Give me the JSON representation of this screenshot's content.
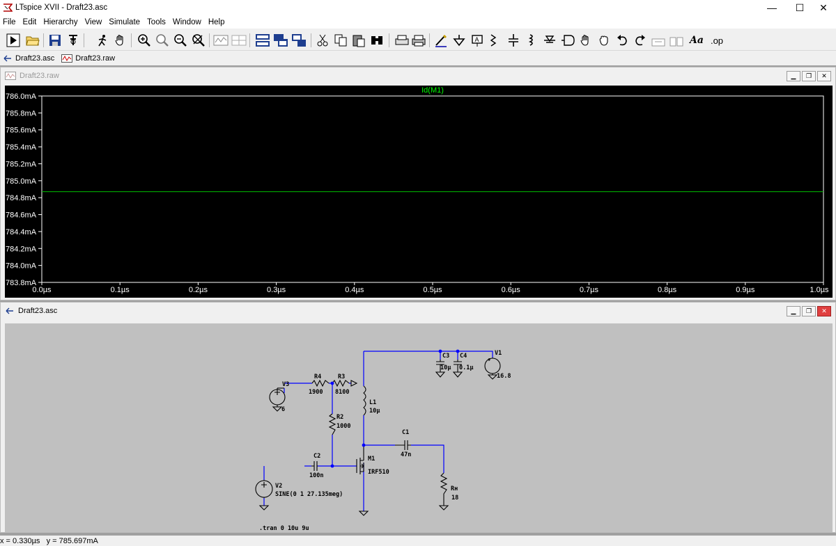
{
  "app": {
    "title": "LTspice XVII - Draft23.asc",
    "window_controls": {
      "minimize": "—",
      "maximize": "☐",
      "close": "✕"
    }
  },
  "menu": [
    "File",
    "Edit",
    "Hierarchy",
    "View",
    "Simulate",
    "Tools",
    "Window",
    "Help"
  ],
  "toolbar": {
    "text_button_label": "Aa",
    "op_button_label": ".op"
  },
  "tabs": [
    {
      "label": "Draft23.asc",
      "icon": "schematic-icon"
    },
    {
      "label": "Draft23.raw",
      "icon": "waveform-icon"
    }
  ],
  "waveform_window": {
    "title": "Draft23.raw",
    "trace_label": "Id(M1)",
    "colors": {
      "background": "#000000",
      "trace": "#00c000",
      "label": "#00ff00",
      "axis_text": "#ffffff"
    }
  },
  "chart_data": {
    "type": "line",
    "title": "Id(M1)",
    "xlabel": "",
    "ylabel": "",
    "xlim": [
      0.0,
      1.0
    ],
    "ylim": [
      783.8,
      786.0
    ],
    "x_ticks": [
      "0.0µs",
      "0.1µs",
      "0.2µs",
      "0.3µs",
      "0.4µs",
      "0.5µs",
      "0.6µs",
      "0.7µs",
      "0.8µs",
      "0.9µs",
      "1.0µs"
    ],
    "y_ticks": [
      "786.0mA",
      "785.8mA",
      "785.6mA",
      "785.4mA",
      "785.2mA",
      "785.0mA",
      "784.8mA",
      "784.6mA",
      "784.4mA",
      "784.2mA",
      "784.0mA",
      "783.8mA"
    ],
    "series": [
      {
        "name": "Id(M1)",
        "x": [
          0.0,
          1.0
        ],
        "y": [
          784.87,
          784.87
        ]
      }
    ]
  },
  "schematic_window": {
    "title": "Draft23.asc",
    "labels": {
      "R4": "R4",
      "R4_val": "1900",
      "R3": "R3",
      "R3_val": "8100",
      "R2": "R2",
      "R2_val": "1000",
      "V3": "V3",
      "V3_val": "6",
      "L1": "L1",
      "L1_val": "10µ",
      "C1": "C1",
      "C1_val": "47n",
      "C2": "C2",
      "C2_val": "100n",
      "C3": "C3",
      "C3_val": "10µ",
      "C4": "C4",
      "C4_val": "0.1µ",
      "V1": "V1",
      "V1_val": "16.8",
      "M1": "M1",
      "M1_val": "IRF510",
      "RH": "Rн",
      "RH_val": "18",
      "V2": "V2",
      "V2_val": "SINE(0 1 27.135meg)",
      "tran": ".tran 0 10u 9u"
    }
  },
  "status": {
    "text": "x = 0.330µs   y = 785.697mA"
  }
}
